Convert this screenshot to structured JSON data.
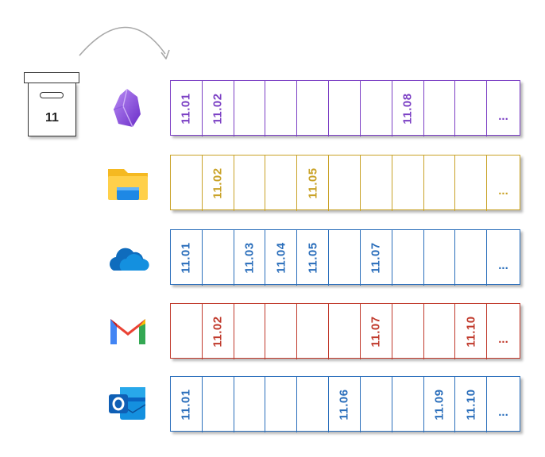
{
  "archive_box": {
    "label": "11"
  },
  "strips": [
    {
      "app_icon": "obsidian-icon",
      "color": "#7b3fc4",
      "cells": [
        "11.01",
        "11.02",
        "",
        "",
        "",
        "",
        "",
        "11.08",
        "",
        "",
        "..."
      ]
    },
    {
      "app_icon": "file-explorer-icon",
      "color": "#c9a227",
      "cells": [
        "",
        "11.02",
        "",
        "",
        "11.05",
        "",
        "",
        "",
        "",
        "",
        "..."
      ]
    },
    {
      "app_icon": "onedrive-icon",
      "color": "#2a6ebb",
      "cells": [
        "11.01",
        "",
        "11.03",
        "11.04",
        "11.05",
        "",
        "11.07",
        "",
        "",
        "",
        "..."
      ]
    },
    {
      "app_icon": "gmail-icon",
      "color": "#c0392b",
      "cells": [
        "",
        "11.02",
        "",
        "",
        "",
        "",
        "11.07",
        "",
        "",
        "11.10",
        "..."
      ]
    },
    {
      "app_icon": "outlook-icon",
      "color": "#2a6ebb",
      "cells": [
        "11.01",
        "",
        "",
        "",
        "",
        "11.06",
        "",
        "",
        "11.09",
        "11.10",
        "..."
      ]
    }
  ]
}
